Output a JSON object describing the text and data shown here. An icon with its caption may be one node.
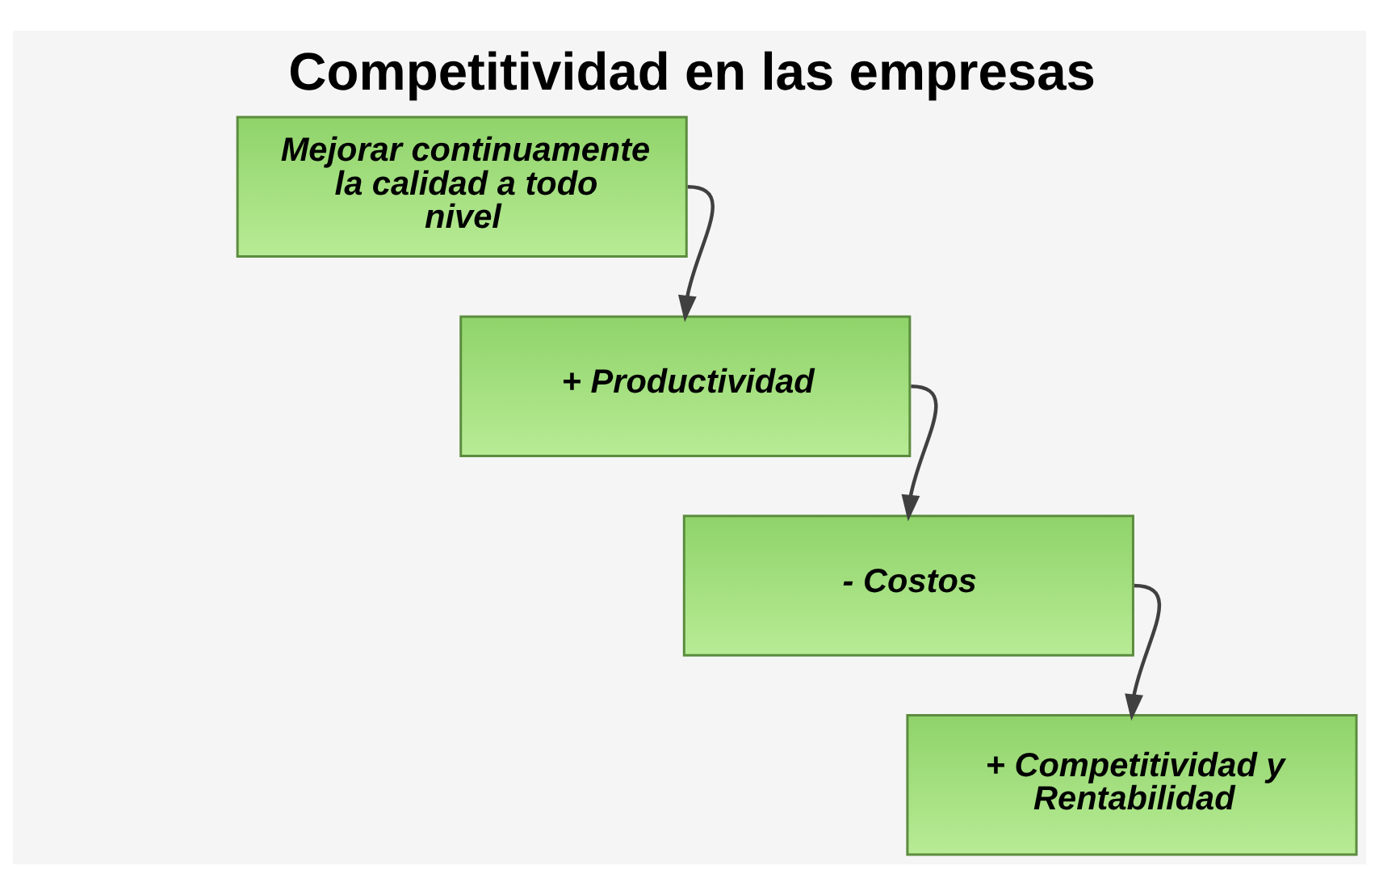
{
  "diagram": {
    "title": "Competitividad en las empresas",
    "nodes": [
      {
        "text": [
          "Mejorar continuamente la calidad a todo nivel"
        ]
      },
      {
        "text": [
          "+ Productividad"
        ]
      },
      {
        "text": [
          "- Costos"
        ]
      },
      {
        "text": [
          "+ Competitividad y Rentabilidad"
        ]
      }
    ],
    "edges": [
      {
        "from": 0,
        "to": 1,
        "arrow": "to"
      },
      {
        "from": 1,
        "to": 2,
        "arrow": "to"
      },
      {
        "from": 2,
        "to": 3,
        "arrow": "to"
      }
    ]
  }
}
